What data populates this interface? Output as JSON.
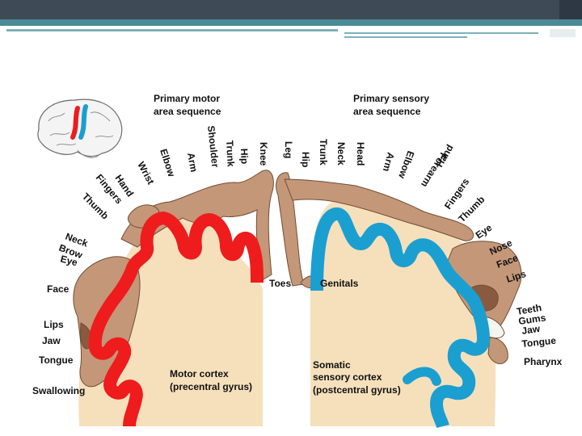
{
  "headings": {
    "motor": [
      "Primary motor",
      "area sequence"
    ],
    "sensory": [
      "Primary sensory",
      "area sequence"
    ]
  },
  "motor_labels": {
    "thumb": "Thumb",
    "fingers": "Fingers",
    "hand": "Hand",
    "wrist": "Wrist",
    "elbow": "Elbow",
    "arm": "Arm",
    "shoulder": "Shoulder",
    "trunk": "Trunk",
    "hip": "Hip",
    "knee": "Knee",
    "toes": "Toes",
    "neck": "Neck",
    "brow": "Brow",
    "eye": "Eye",
    "face": "Face",
    "lips": "Lips",
    "jaw": "Jaw",
    "tongue": "Tongue",
    "swallowing": "Swallowing"
  },
  "sensory_labels": {
    "leg": "Leg",
    "hip": "Hip",
    "trunk": "Trunk",
    "neck": "Neck",
    "head": "Head",
    "arm": "Arm",
    "elbow": "Elbow",
    "forearm": "Forearm",
    "hand": "Hand",
    "fingers": "Fingers",
    "thumb": "Thumb",
    "eye": "Eye",
    "nose": "Nose",
    "face": "Face",
    "lips": "Lips",
    "teeth": "Teeth",
    "gums": "Gums",
    "jaw": "Jaw",
    "tongue": "Tongue",
    "pharynx": "Pharynx",
    "genitals": "Genitals"
  },
  "cortex_captions": {
    "motor": [
      "Motor cortex",
      "(precentral gyrus)"
    ],
    "sensory": [
      "Somatic",
      "sensory cortex",
      "(postcentral gyrus)"
    ]
  },
  "colors": {
    "motor": "#ee1c1c",
    "sensory": "#1b9fd1",
    "tissue": "#f6e0bc",
    "homunculus": "#c49778"
  },
  "icons": {
    "brain": "brain-icon"
  }
}
